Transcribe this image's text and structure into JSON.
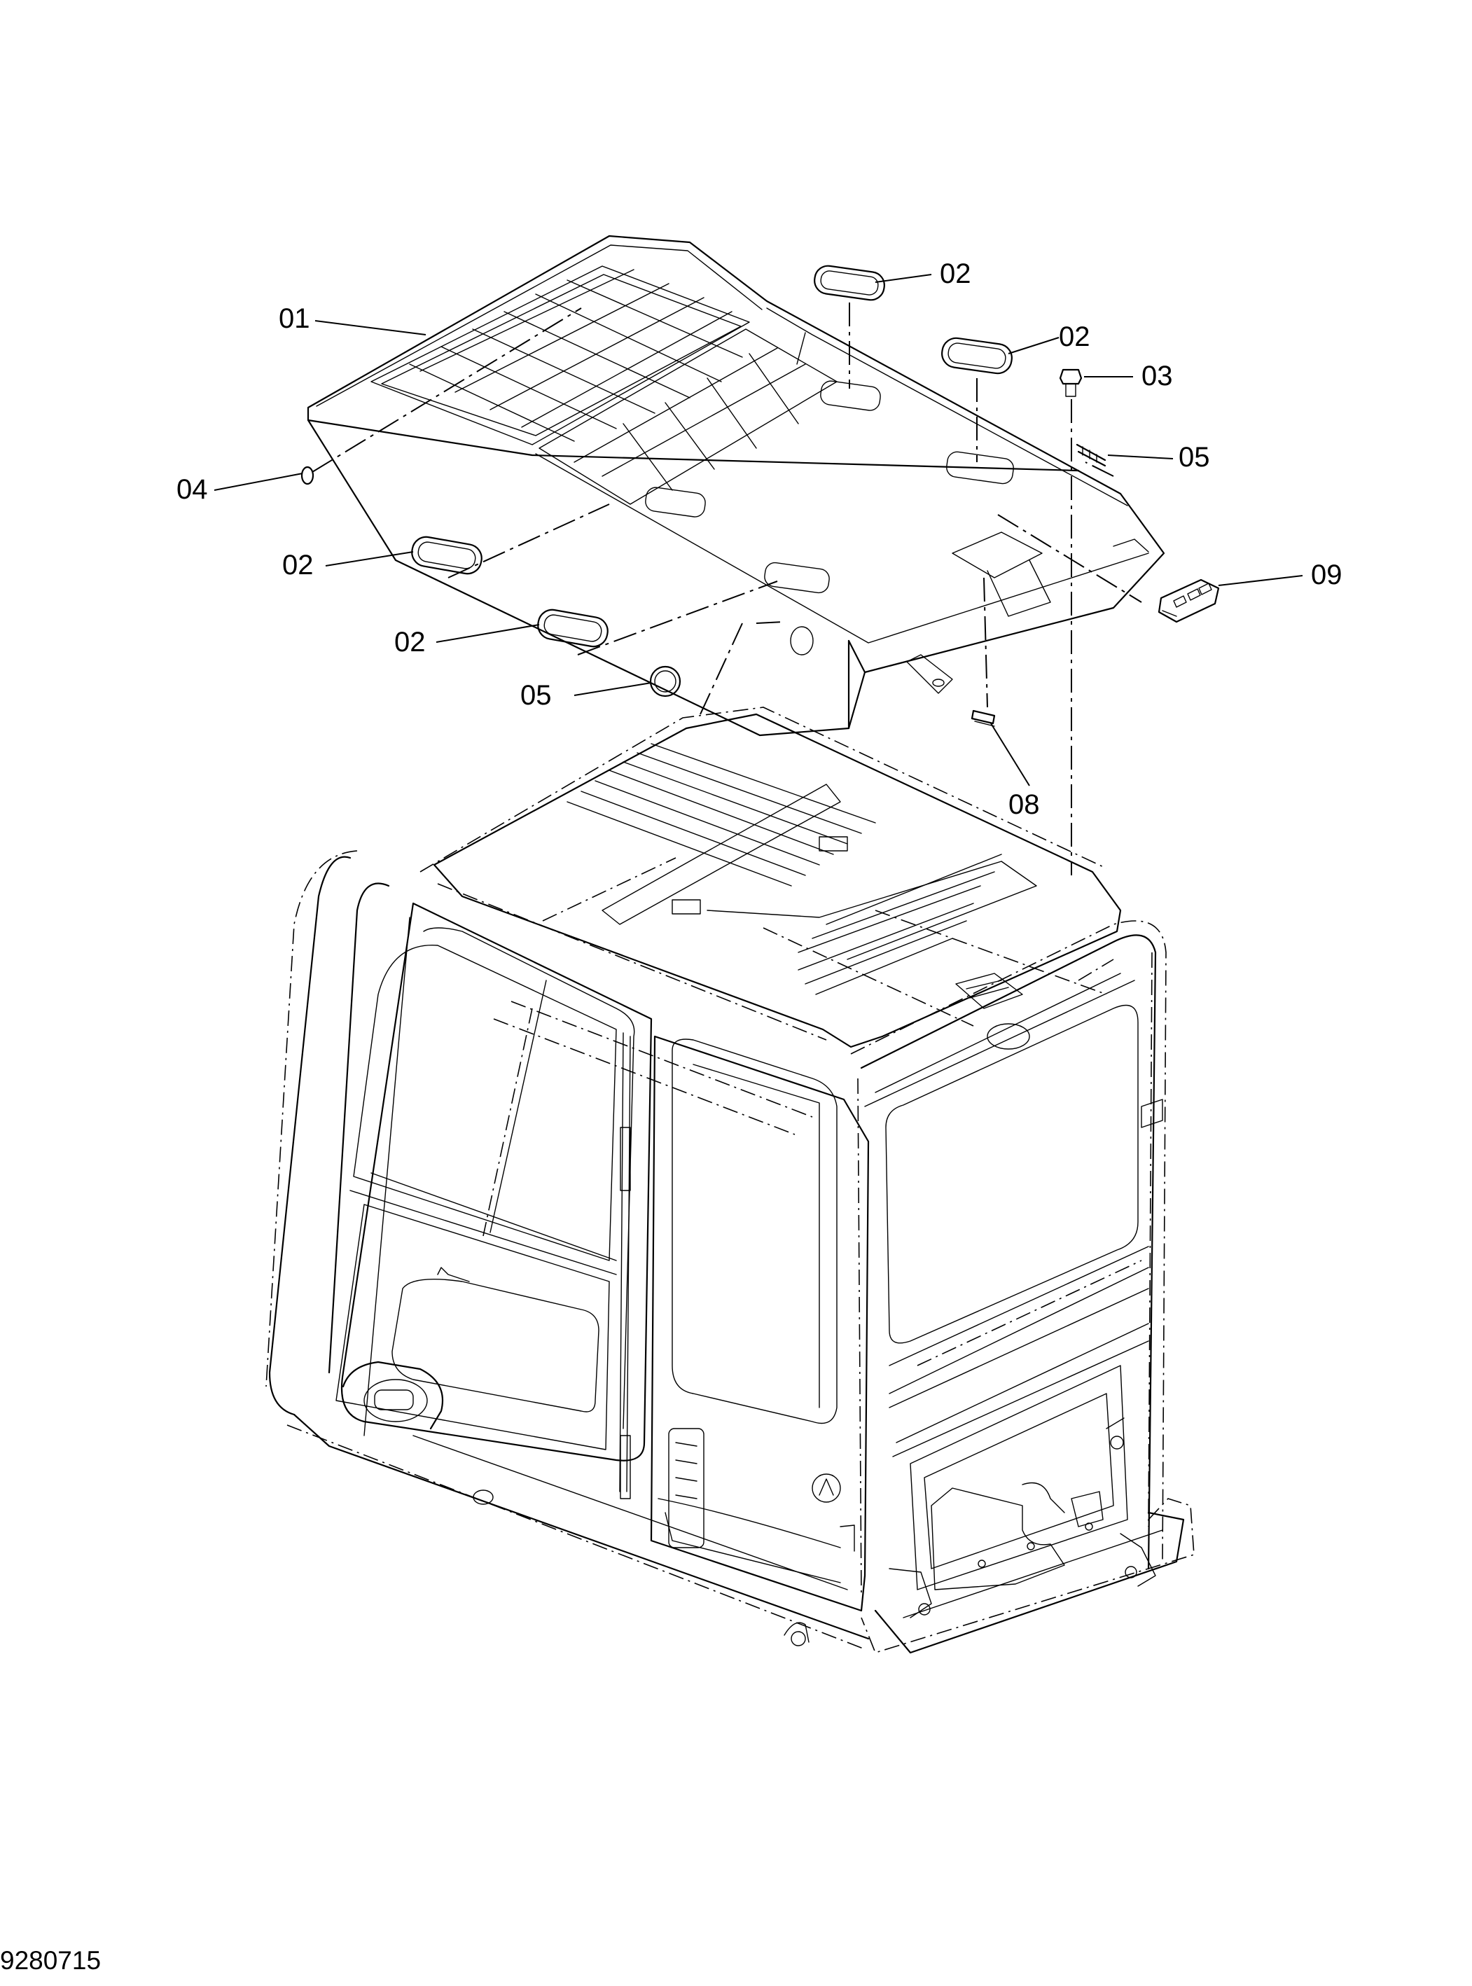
{
  "figure_id": "9280715",
  "callouts": {
    "c01": "01",
    "c02a": "02",
    "c02b": "02",
    "c02c": "02",
    "c02d": "02",
    "c03": "03",
    "c04": "04",
    "c05a": "05",
    "c05b": "05",
    "c08": "08",
    "c09": "09"
  }
}
